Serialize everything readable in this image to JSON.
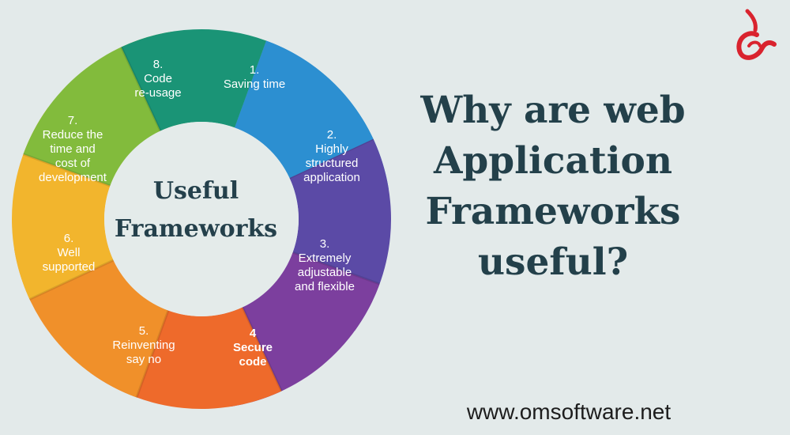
{
  "wheel": {
    "hub_lines": [
      "Useful",
      "Frameworks"
    ],
    "segments": [
      {
        "lines": [
          "1.",
          "Saving time"
        ],
        "color": "#2c8fd1",
        "bold": false
      },
      {
        "lines": [
          "2.",
          "Highly",
          "structured",
          "application"
        ],
        "color": "#5b4aa6",
        "bold": false
      },
      {
        "lines": [
          "3.",
          "Extremely",
          "adjustable",
          "and flexible"
        ],
        "color": "#7c3f9e",
        "bold": false
      },
      {
        "lines": [
          "4",
          "Secure",
          "code"
        ],
        "color": "#ee6a2b",
        "bold": true
      },
      {
        "lines": [
          "5.",
          "Reinventing",
          "say no"
        ],
        "color": "#f0902a",
        "bold": false
      },
      {
        "lines": [
          "6.",
          "Well",
          "supported"
        ],
        "color": "#f2b52d",
        "bold": false
      },
      {
        "lines": [
          "7.",
          "Reduce the",
          "time and",
          "cost of",
          "development"
        ],
        "color": "#82bb3c",
        "bold": false
      },
      {
        "lines": [
          "8.",
          "Code",
          "re-usage"
        ],
        "color": "#1a9476",
        "bold": false
      }
    ]
  },
  "headline": {
    "lines": [
      "Why are web",
      "Application",
      "Frameworks",
      "useful?"
    ]
  },
  "website": "www.omsoftware.net",
  "logo": {
    "icon": "om-software-logo-icon",
    "color": "#d9232e"
  }
}
